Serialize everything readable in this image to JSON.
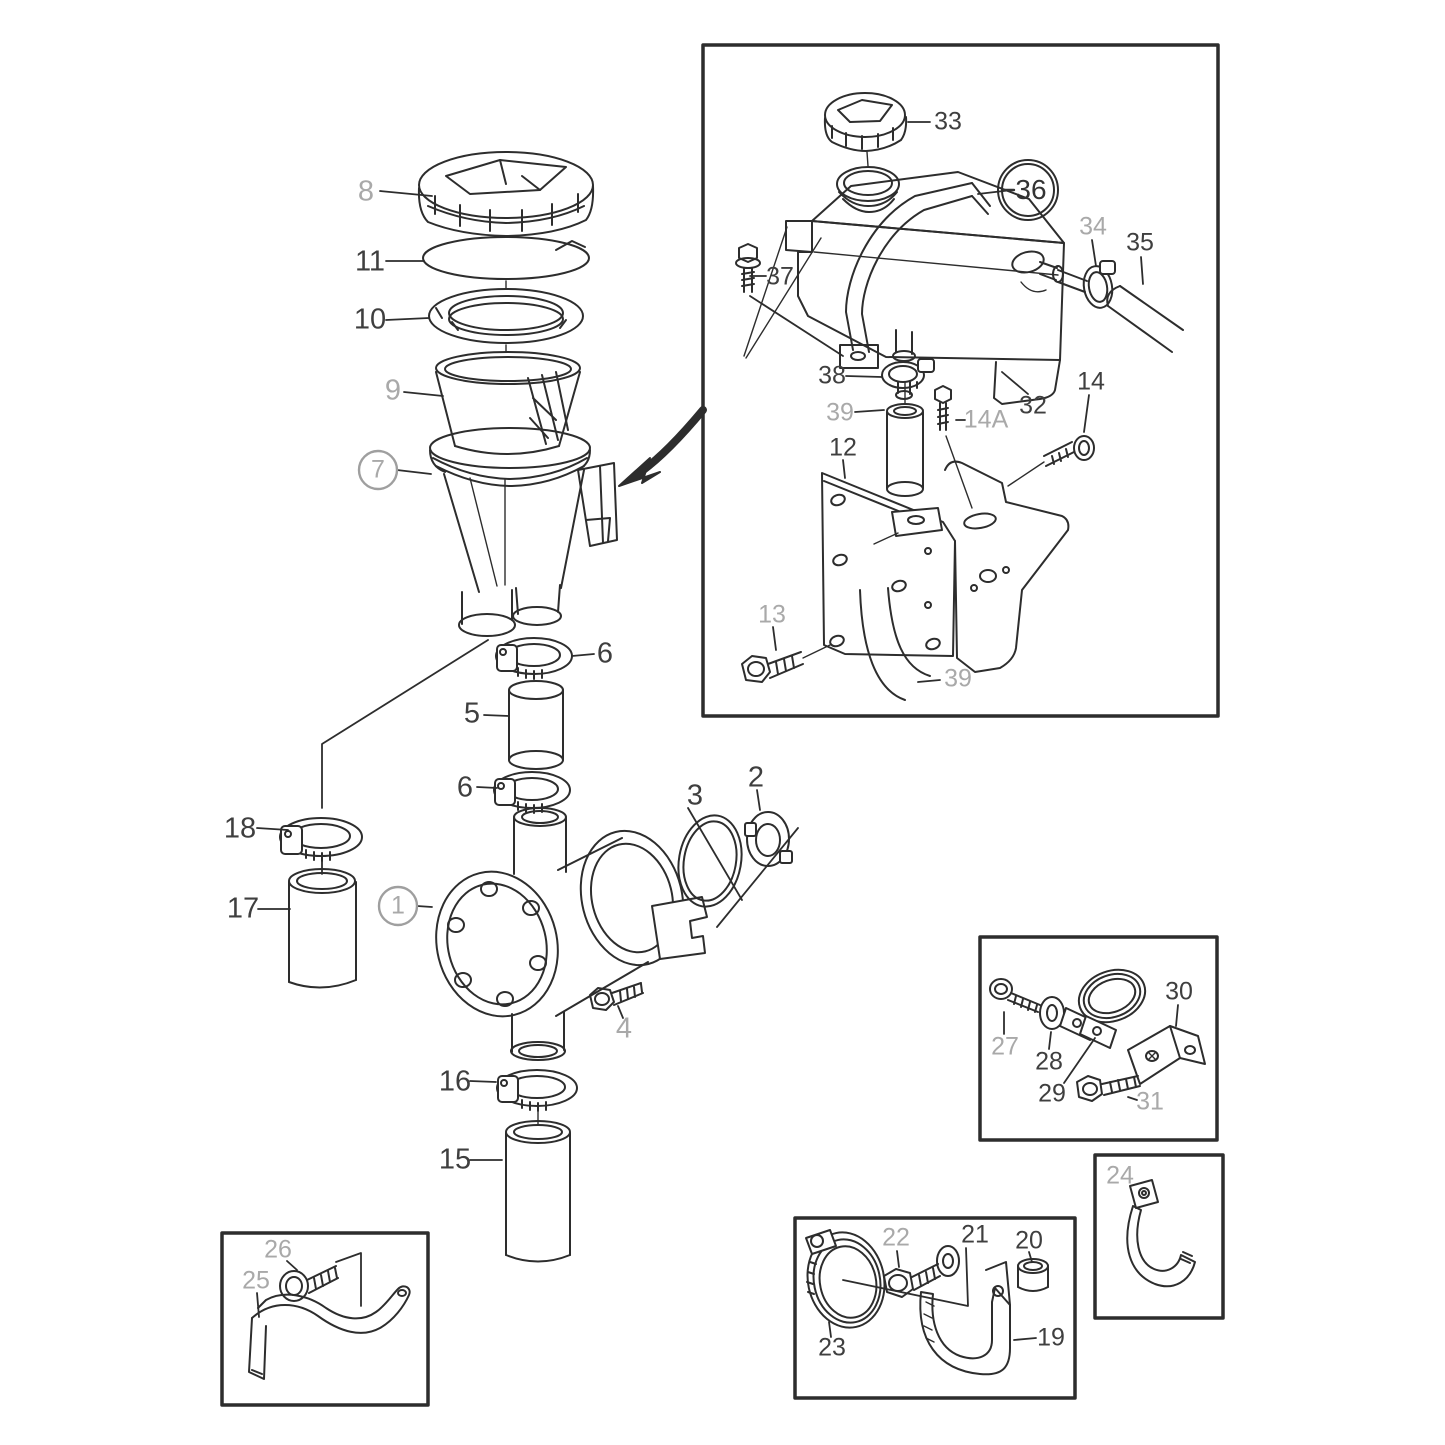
{
  "colors": {
    "background": "#ffffff",
    "line": "#2d2d2d",
    "label_black": "#3f3f3f",
    "label_gray": "#a9a9a9",
    "highlight_ring": "#2e7d32",
    "highlight_fill": "#e8eee5"
  },
  "highlight": {
    "label": "36"
  },
  "labels": {
    "main": [
      {
        "text": "8",
        "tone": "gray"
      },
      {
        "text": "11",
        "tone": "black"
      },
      {
        "text": "10",
        "tone": "black"
      },
      {
        "text": "9",
        "tone": "gray"
      },
      {
        "text": "7",
        "tone": "gray",
        "circled": true
      },
      {
        "text": "6",
        "tone": "black"
      },
      {
        "text": "5",
        "tone": "black"
      },
      {
        "text": "6",
        "tone": "black"
      },
      {
        "text": "18",
        "tone": "black"
      },
      {
        "text": "17",
        "tone": "black"
      },
      {
        "text": "1",
        "tone": "gray",
        "circled": true
      },
      {
        "text": "2",
        "tone": "black"
      },
      {
        "text": "3",
        "tone": "black"
      },
      {
        "text": "4",
        "tone": "gray"
      },
      {
        "text": "16",
        "tone": "black"
      },
      {
        "text": "15",
        "tone": "black"
      }
    ],
    "tank_inset": [
      {
        "text": "33",
        "tone": "black"
      },
      {
        "text": "34",
        "tone": "gray"
      },
      {
        "text": "35",
        "tone": "black"
      },
      {
        "text": "37",
        "tone": "black"
      },
      {
        "text": "38",
        "tone": "black"
      },
      {
        "text": "39",
        "tone": "gray"
      },
      {
        "text": "12",
        "tone": "black"
      },
      {
        "text": "14A",
        "tone": "gray"
      },
      {
        "text": "14",
        "tone": "black"
      },
      {
        "text": "32",
        "tone": "black"
      },
      {
        "text": "13",
        "tone": "gray"
      },
      {
        "text": "39",
        "tone": "gray"
      }
    ],
    "bracket_inset": [
      {
        "text": "27",
        "tone": "gray"
      },
      {
        "text": "28",
        "tone": "black"
      },
      {
        "text": "29",
        "tone": "black"
      },
      {
        "text": "30",
        "tone": "black"
      },
      {
        "text": "31",
        "tone": "gray"
      }
    ],
    "hook_inset": [
      {
        "text": "24",
        "tone": "gray"
      }
    ],
    "support_inset": [
      {
        "text": "22",
        "tone": "gray"
      },
      {
        "text": "21",
        "tone": "black"
      },
      {
        "text": "20",
        "tone": "black"
      },
      {
        "text": "23",
        "tone": "black"
      },
      {
        "text": "19",
        "tone": "black"
      }
    ],
    "strap_inset": [
      {
        "text": "26",
        "tone": "gray"
      },
      {
        "text": "25",
        "tone": "gray"
      }
    ]
  }
}
